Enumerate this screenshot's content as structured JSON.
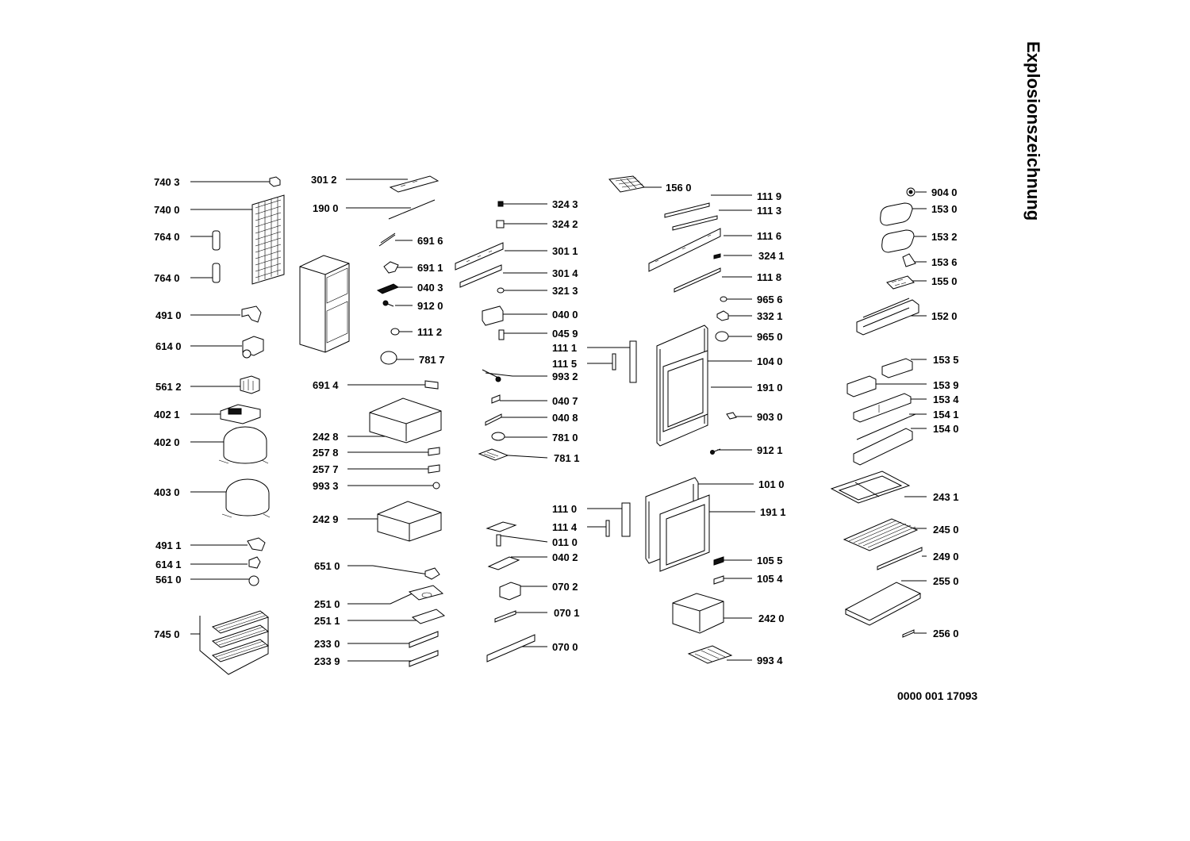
{
  "title": "Explosionszeichnung",
  "document_number": "0000 001 17093",
  "parts": [
    "740 3",
    "740 0",
    "764 0",
    "764 0",
    "491 0",
    "614 0",
    "561 2",
    "402 1",
    "402 0",
    "403 0",
    "491 1",
    "614 1",
    "561 0",
    "745 0",
    "301 2",
    "190 0",
    "691 6",
    "691 1",
    "040 3",
    "912 0",
    "111 2",
    "781 7",
    "691 4",
    "242 8",
    "257 8",
    "257 7",
    "993 3",
    "242 9",
    "651 0",
    "251 0",
    "251 1",
    "233 0",
    "233 9",
    "324 3",
    "324 2",
    "301 1",
    "301 4",
    "321 3",
    "040 0",
    "045 9",
    "111 1",
    "111 5",
    "993 2",
    "040 7",
    "040 8",
    "781 0",
    "781 1",
    "111 0",
    "111 4",
    "011 0",
    "040 2",
    "070 2",
    "070 1",
    "070 0",
    "156 0",
    "111 9",
    "111 3",
    "111 6",
    "324 1",
    "111 8",
    "965 6",
    "332 1",
    "965 0",
    "104 0",
    "191 0",
    "903 0",
    "912 1",
    "101 0",
    "191 1",
    "105 5",
    "105 4",
    "242 0",
    "993 4",
    "904 0",
    "153 0",
    "153 2",
    "153 6",
    "155 0",
    "152 0",
    "153 5",
    "153 9",
    "153 4",
    "154 1",
    "154 0",
    "243 1",
    "245 0",
    "249 0",
    "255 0",
    "256 0"
  ]
}
